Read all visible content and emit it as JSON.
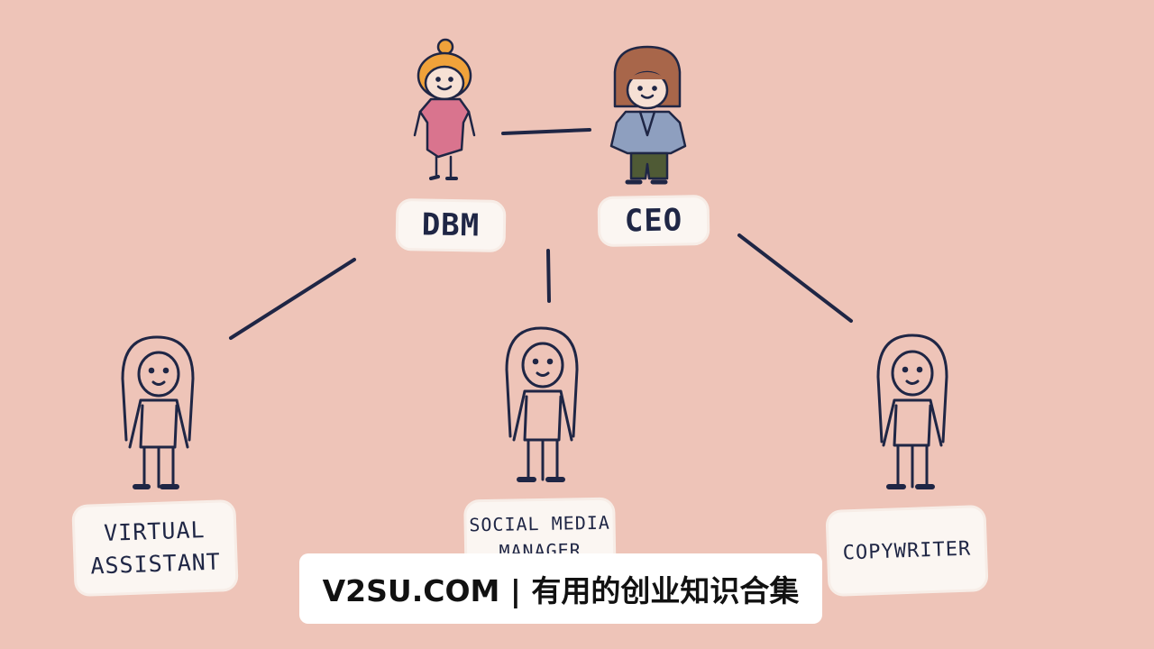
{
  "nodes": {
    "dbm": {
      "label": "DBM"
    },
    "ceo": {
      "label": "CEO"
    },
    "virtual_assistant": {
      "label": "VIRTUAL ASSISTANT"
    },
    "social_media_manager": {
      "label": "SOCIAL MEDIA MANAGER"
    },
    "copywriter": {
      "label": "COPYWRITER"
    }
  },
  "caption": {
    "text": "V2SU.COM | 有用的创业知识合集"
  },
  "colors": {
    "background": "#eec4b8",
    "ink": "#1f2645",
    "label_bg": "#fbf6f2",
    "dbm_dress": "#d9748e",
    "dbm_hair": "#f0a23a",
    "ceo_hair": "#a8664a",
    "ceo_jacket": "#8e9fbf",
    "ceo_pants": "#4f5a35"
  }
}
